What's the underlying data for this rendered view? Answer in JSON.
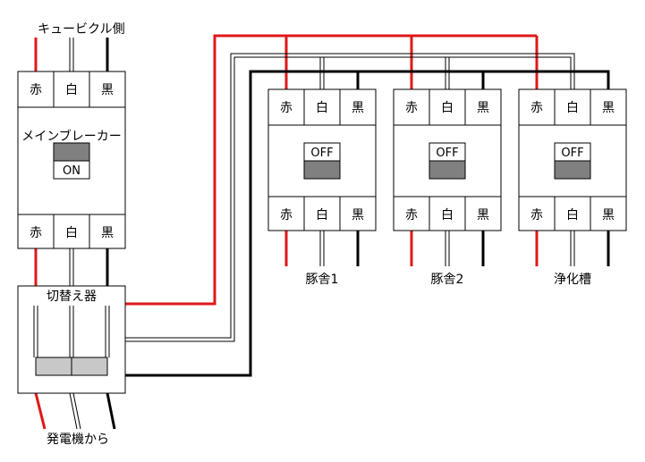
{
  "labels": {
    "cubicle_side": "キュービクル側",
    "main_breaker": "メインブレーカー",
    "switch_device": "切替え器",
    "from_generator": "発電機から"
  },
  "terminals": {
    "red": "赤",
    "white": "白",
    "black": "黒"
  },
  "main_breaker_state": "ON",
  "branch_breakers": [
    {
      "name": "豚舎1",
      "state": "OFF"
    },
    {
      "name": "豚舎2",
      "state": "OFF"
    },
    {
      "name": "浄化槽",
      "state": "OFF"
    }
  ],
  "colors": {
    "red_wire": "#e01818",
    "black_wire": "#000000",
    "switch_gray": "#808080",
    "handle_gray": "#c8c8c8"
  }
}
